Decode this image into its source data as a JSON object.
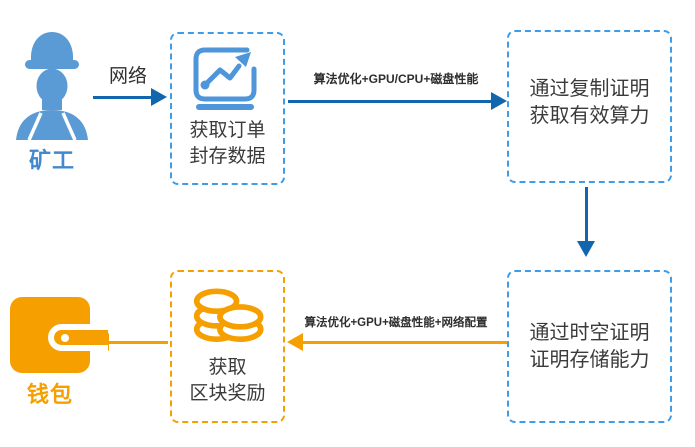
{
  "palette": {
    "icon_blue": "#5b9bd5",
    "box_border_blue": "#3e9ce8",
    "arrow_blue": "#1166ae",
    "orange": "#f5a000",
    "text_dark": "#3b3b3b"
  },
  "nodes": {
    "miner": {
      "label": "矿工",
      "icon": "miner-icon"
    },
    "orders": {
      "line1": "获取订单",
      "line2": "封存数据",
      "icon": "line-chart-icon"
    },
    "porep": {
      "line1": "通过复制证明",
      "line2": "获取有效算力"
    },
    "post": {
      "line1": "通过时空证明",
      "line2": "证明存储能力"
    },
    "reward": {
      "line1": "获取",
      "line2": "区块奖励",
      "icon": "coins-icon"
    },
    "wallet": {
      "label": "钱包",
      "icon": "wallet-icon"
    }
  },
  "edges": {
    "network": {
      "label": "网络",
      "direction": "right",
      "color": "#1166ae"
    },
    "orders_to_porep": {
      "label": "算法优化+GPU/CPU+磁盘性能",
      "direction": "right",
      "color": "#1166ae"
    },
    "porep_to_post": {
      "label": "",
      "direction": "down",
      "color": "#1166ae"
    },
    "post_to_reward": {
      "label": "算法优化+GPU+磁盘性能+网络配置",
      "direction": "left",
      "color": "#f5a000"
    },
    "reward_to_wallet": {
      "label": "",
      "direction": "left",
      "color": "#f5a000"
    }
  }
}
